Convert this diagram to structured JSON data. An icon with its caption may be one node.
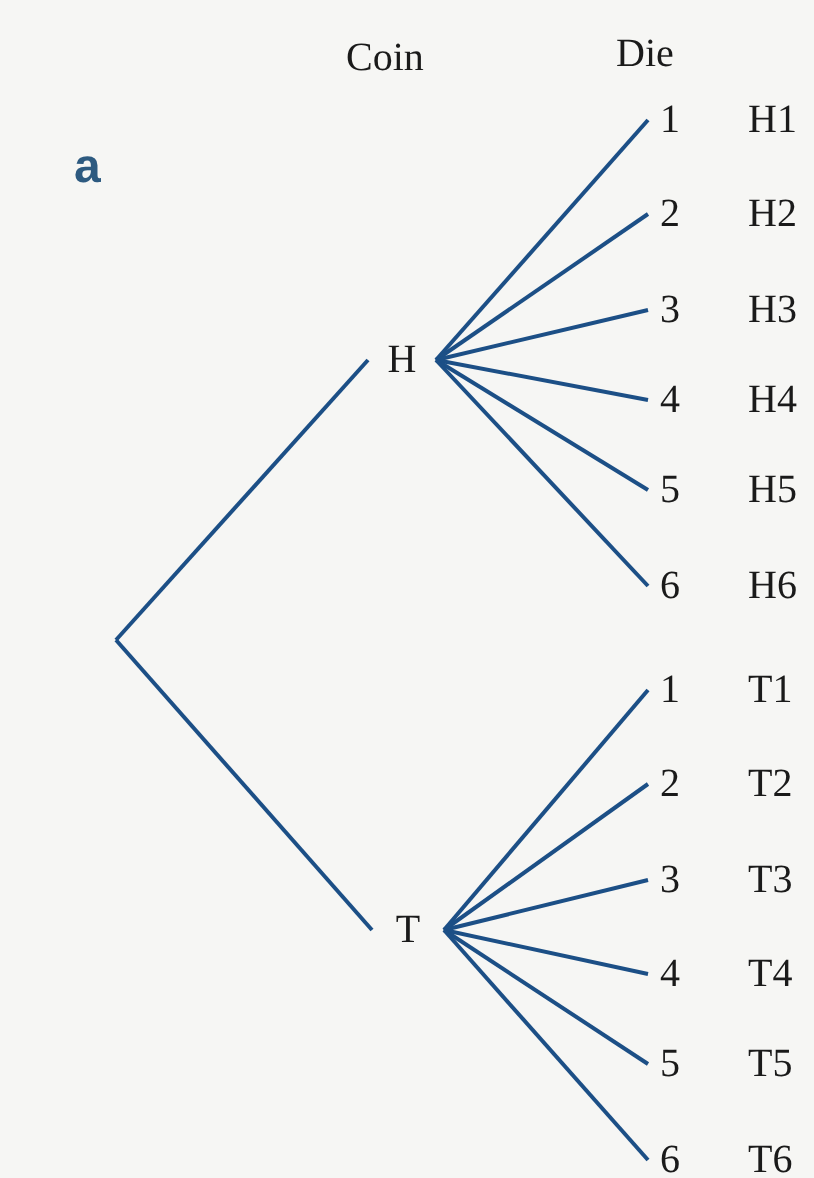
{
  "diagram": {
    "nodes": [
      {
        "text": [
          "H"
        ]
      },
      {
        "text": [
          "T"
        ]
      },
      {
        "text": [
          "1"
        ],
        "beside": [
          "H1"
        ]
      },
      {
        "text": [
          "2"
        ],
        "beside": [
          "H2"
        ]
      },
      {
        "text": [
          "3"
        ],
        "beside": [
          "H3"
        ]
      },
      {
        "text": [
          "4"
        ],
        "beside": [
          "H4"
        ]
      },
      {
        "text": [
          "5"
        ],
        "beside": [
          "H5"
        ]
      },
      {
        "text": [
          "6"
        ],
        "beside": [
          "H6"
        ]
      },
      {
        "text": [
          "1"
        ],
        "beside": [
          "T1"
        ]
      },
      {
        "text": [
          "2"
        ],
        "beside": [
          "T2"
        ]
      },
      {
        "text": [
          "3"
        ],
        "beside": [
          "T3"
        ]
      },
      {
        "text": [
          "4"
        ],
        "beside": [
          "T4"
        ]
      },
      {
        "text": [
          "5"
        ],
        "beside": [
          "T5"
        ]
      },
      {
        "text": [
          "6"
        ],
        "beside": [
          "T6"
        ]
      }
    ],
    "edges": [
      {
        "from": null,
        "to": 0,
        "arrow": "none"
      },
      {
        "from": null,
        "to": 1,
        "arrow": "none"
      },
      {
        "from": 0,
        "to": 2,
        "arrow": "none"
      },
      {
        "from": 0,
        "to": 3,
        "arrow": "none"
      },
      {
        "from": 0,
        "to": 4,
        "arrow": "none"
      },
      {
        "from": 0,
        "to": 5,
        "arrow": "none"
      },
      {
        "from": 0,
        "to": 6,
        "arrow": "none"
      },
      {
        "from": 0,
        "to": 7,
        "arrow": "none"
      },
      {
        "from": 1,
        "to": 8,
        "arrow": "none"
      },
      {
        "from": 1,
        "to": 9,
        "arrow": "none"
      },
      {
        "from": 1,
        "to": 10,
        "arrow": "none"
      },
      {
        "from": 1,
        "to": 11,
        "arrow": "none"
      },
      {
        "from": 1,
        "to": 12,
        "arrow": "none"
      },
      {
        "from": 1,
        "to": 13,
        "arrow": "none"
      }
    ],
    "labels": [
      "Die",
      "Coin",
      "a"
    ]
  }
}
